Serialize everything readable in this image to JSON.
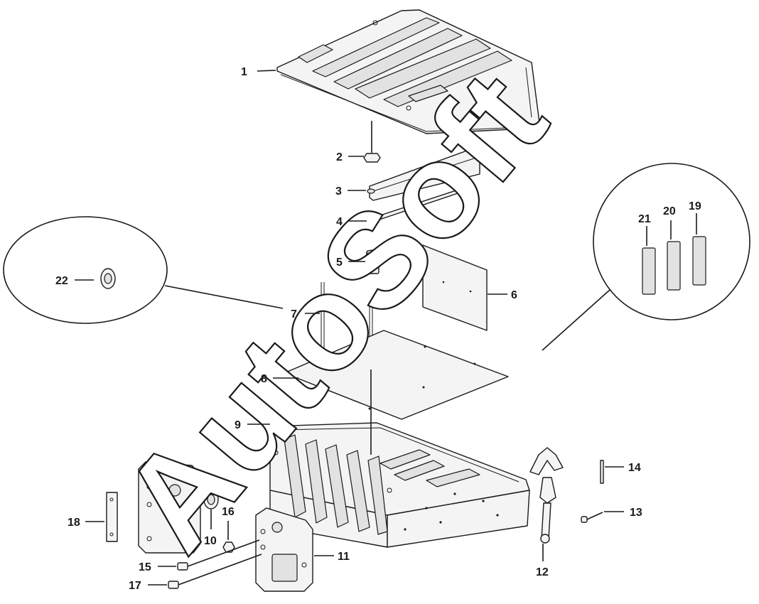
{
  "watermark": "AutoSoft",
  "callouts": {
    "c1": "1",
    "c2": "2",
    "c3": "3",
    "c4": "4",
    "c5": "5",
    "c6": "6",
    "c7": "7",
    "c8": "8",
    "c9": "9",
    "c10": "10",
    "c11": "11",
    "c12": "12",
    "c13": "13",
    "c14": "14",
    "c15": "15",
    "c16": "16",
    "c17": "17",
    "c18": "18",
    "c19": "19",
    "c20": "20",
    "c21": "21",
    "c22": "22"
  }
}
